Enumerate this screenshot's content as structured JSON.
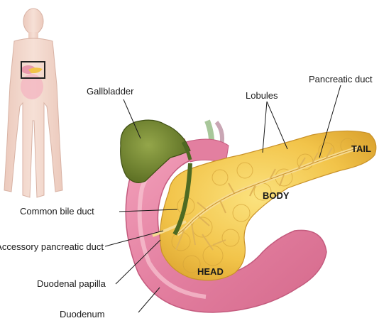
{
  "labels": {
    "gallbladder": "Gallbladder",
    "lobules": "Lobules",
    "pancreatic_duct": "Pancreatic duct",
    "tail": "TAIL",
    "body": "BODY",
    "head": "HEAD",
    "common_bile_duct": "Common bile duct",
    "accessory_pancreatic_duct": "Accessory pancreatic duct",
    "duodenal_papilla": "Duodenal papilla",
    "duodenum": "Duodenum"
  },
  "colors": {
    "pancreas": "#f2c44a",
    "duodenum": "#e889a6",
    "duodenum_inner": "#f7b7c8",
    "gallbladder": "#6a7d2c",
    "duct": "#f6d98a",
    "body_silhouette": "#f3d5c8",
    "highlight_box": "#222222"
  }
}
